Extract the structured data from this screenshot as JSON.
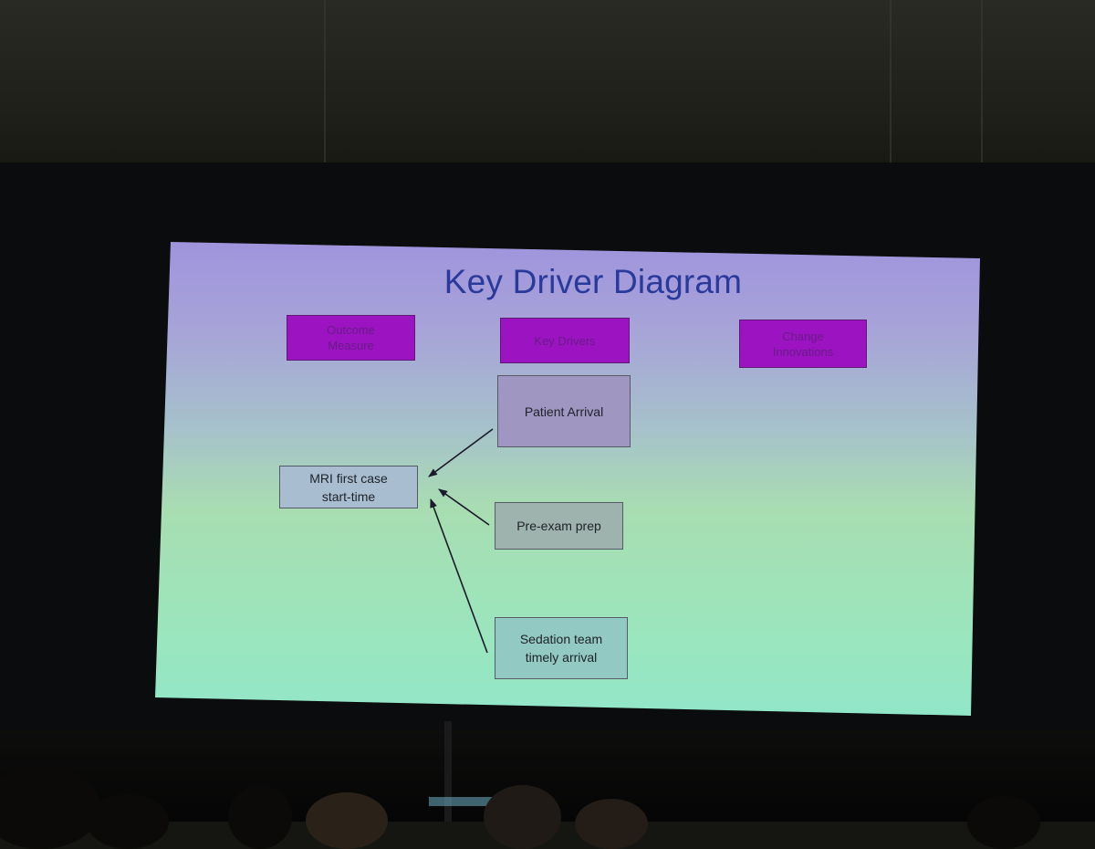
{
  "slide": {
    "title": "Key Driver Diagram",
    "headers": {
      "outcome": "Outcome\nMeasure",
      "drivers": "Key Drivers",
      "changes": "Change\nInnovations"
    },
    "outcome_box": "MRI first case\nstart-time",
    "driver_boxes": {
      "patient_arrival": "Patient Arrival",
      "pre_exam": "Pre-exam prep",
      "sedation": "Sedation team\ntimely arrival"
    }
  },
  "colors": {
    "header_fill": "#9c14c2",
    "title": "#2a3a9a",
    "arrow": "#1a1a2a"
  }
}
